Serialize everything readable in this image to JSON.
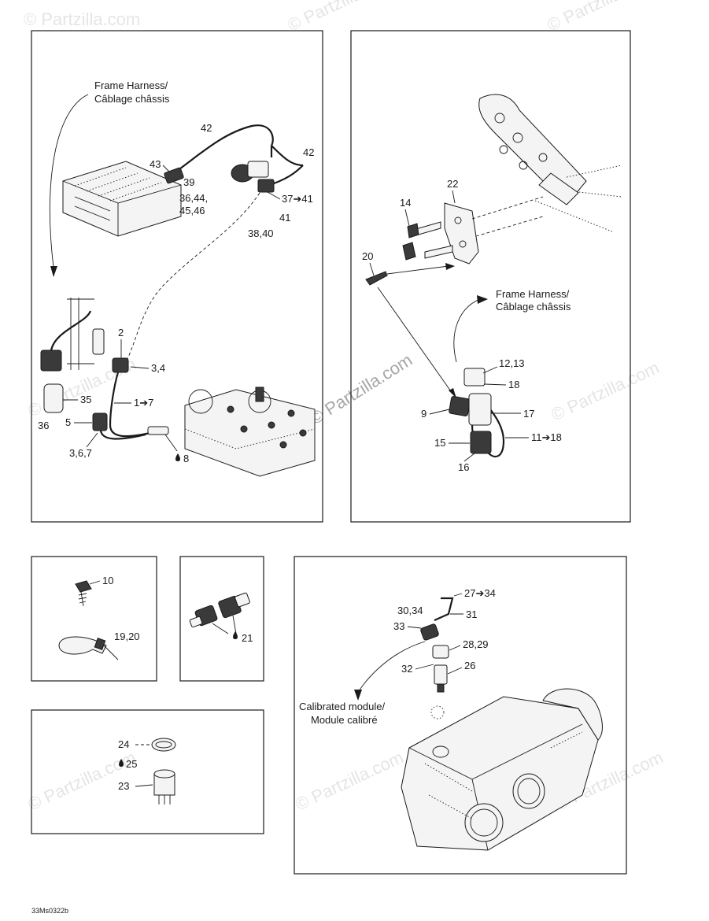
{
  "watermark": "© Partzilla.com",
  "drawing_ref": "33Ms0322b",
  "panel_a": {
    "captions": {
      "frame_harness_en": "Frame Harness/",
      "frame_harness_fr": "Câblage châssis"
    },
    "callouts": {
      "c42a": "42",
      "c43": "43",
      "c39": "39",
      "c36_44": "36,44,",
      "c45_46": "45,46",
      "c42b": "42",
      "c37_41": "37➔41",
      "c41": "41",
      "c38_40": "38,40",
      "c2": "2",
      "c3_4": "3,4",
      "c1_7": "1➔7",
      "c35": "35",
      "c36": "36",
      "c5": "5",
      "c3_6_7": "3,6,7",
      "c8": "8"
    }
  },
  "panel_b": {
    "captions": {
      "frame_harness_en": "Frame Harness/",
      "frame_harness_fr": "Câblage châssis"
    },
    "callouts": {
      "c22": "22",
      "c14": "14",
      "c20": "20",
      "c12_13": "12,13",
      "c18": "18",
      "c9": "9",
      "c17": "17",
      "c15": "15",
      "c11_18": "11➔18",
      "c16": "16"
    }
  },
  "panel_c": {
    "callouts": {
      "c10": "10",
      "c19_20": "19,20"
    }
  },
  "panel_d": {
    "callouts": {
      "c21": "21"
    }
  },
  "panel_e": {
    "callouts": {
      "c24": "24",
      "c25": "25",
      "c23": "23"
    }
  },
  "panel_f": {
    "captions": {
      "module_en": "Calibrated module/",
      "module_fr": "Module calibré"
    },
    "callouts": {
      "c27_34": "27➔34",
      "c30_34": "30,34",
      "c31": "31",
      "c33": "33",
      "c28_29": "28,29",
      "c32": "32",
      "c26": "26"
    }
  }
}
